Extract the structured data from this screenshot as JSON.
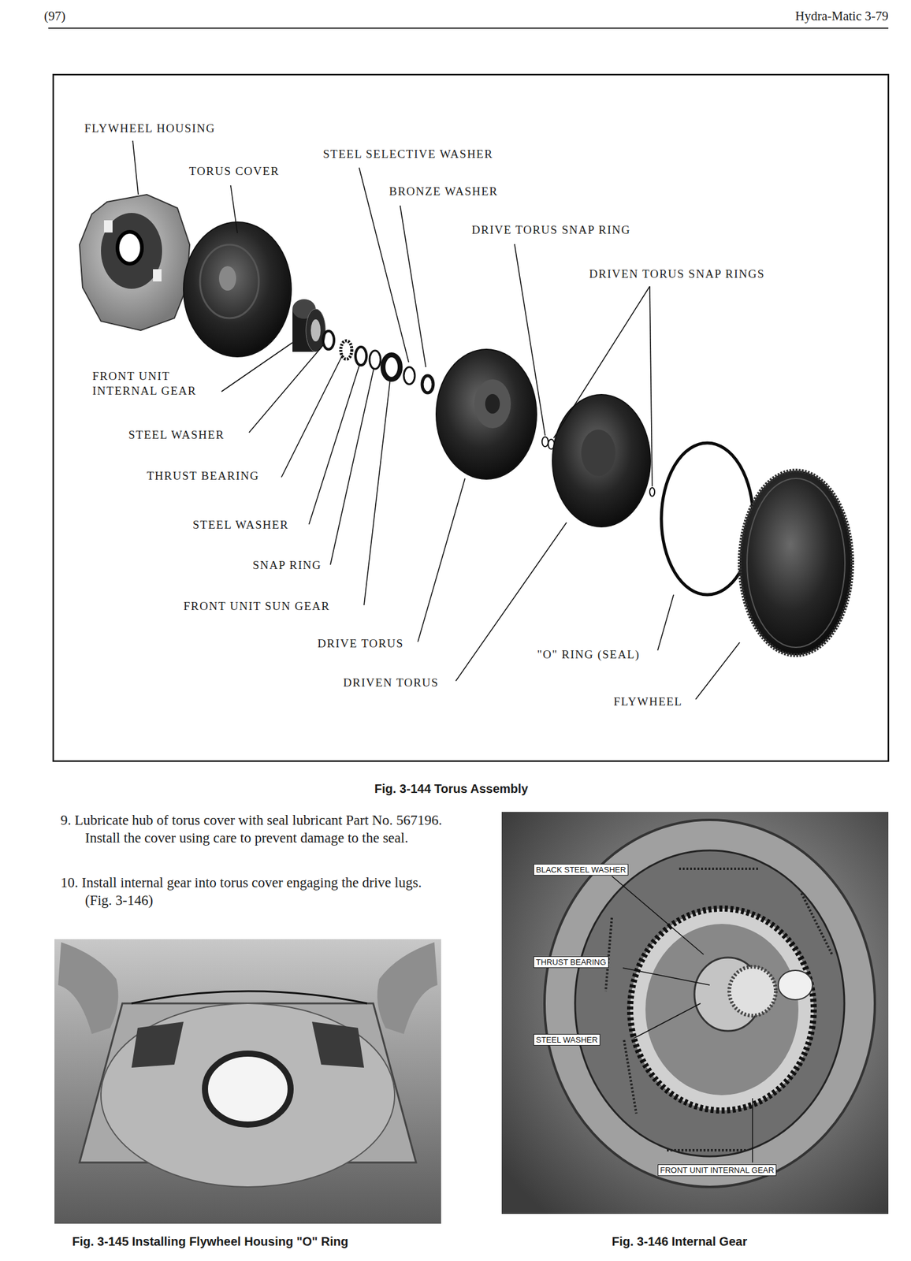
{
  "diagram": {
    "caption": "Fig. 3-144 Torus Assembly",
    "labels": [
      "(97)",
      "Hydra-Matic 3-79",
      "FLYWHEEL HOUSING",
      "TORUS COVER",
      "STEEL SELECTIVE WASHER",
      "BRONZE WASHER",
      "DRIVE TORUS SNAP RING",
      "DRIVEN TORUS SNAP RINGS",
      "FRONT UNIT INTERNAL GEAR",
      "STEEL WASHER",
      "THRUST BEARING",
      "STEEL WASHER",
      "SNAP RING",
      "FRONT UNIT SUN GEAR",
      "DRIVE TORUS",
      "DRIVEN TORUS",
      "\"O\" RING (SEAL)",
      "FLYWHEEL",
      "9. Lubricate hub of torus cover with seal lubricant Part No. 567196. Install the cover using care to prevent damage to the seal.",
      "10. Install internal gear into torus cover engaging the drive lugs. (Fig. 3-146)",
      "BLACK STEEL WASHER",
      "THRUST BEARING",
      "STEEL WASHER",
      "FRONT UNIT INTERNAL GEAR",
      "Fig. 3-145 Installing Flywheel Housing \"O\" Ring",
      "Fig. 3-146 Internal Gear"
    ]
  }
}
